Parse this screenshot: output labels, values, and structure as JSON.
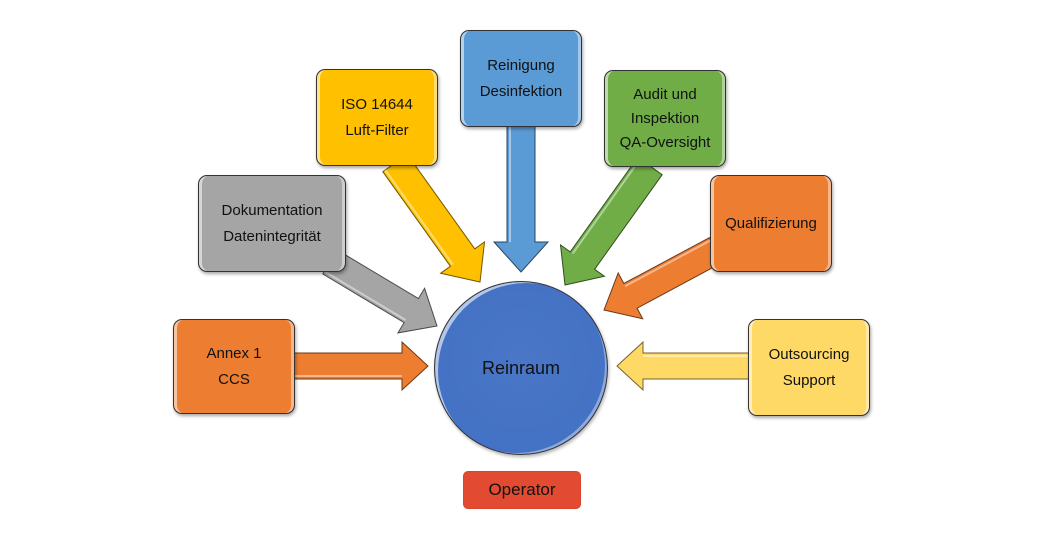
{
  "diagram": {
    "center": {
      "label": "Reinraum",
      "color": "#4472c4"
    },
    "footer": {
      "label": "Operator",
      "color": "#e24b31"
    },
    "nodes": [
      {
        "id": "annex",
        "lines": [
          "Annex 1",
          "CCS"
        ],
        "color": "#ed7d31"
      },
      {
        "id": "doku",
        "lines": [
          "Dokumentation",
          "Datenintegrität"
        ],
        "color": "#a5a5a5"
      },
      {
        "id": "iso",
        "lines": [
          "ISO 14644",
          "Luft-Filter"
        ],
        "color": "#ffc000"
      },
      {
        "id": "reinigung",
        "lines": [
          "Reinigung",
          "Desinfektion"
        ],
        "color": "#5b9bd5"
      },
      {
        "id": "audit",
        "lines": [
          "Audit und",
          "Inspektion",
          "QA-Oversight"
        ],
        "color": "#70ad47"
      },
      {
        "id": "qual",
        "lines": [
          "Qualifizierung"
        ],
        "color": "#ed7d31"
      },
      {
        "id": "outsourcing",
        "lines": [
          "Outsourcing",
          "Support"
        ],
        "color": "#ffd966"
      }
    ],
    "edges": [
      {
        "from": "annex",
        "to": "center"
      },
      {
        "from": "doku",
        "to": "center"
      },
      {
        "from": "iso",
        "to": "center"
      },
      {
        "from": "reinigung",
        "to": "center"
      },
      {
        "from": "audit",
        "to": "center"
      },
      {
        "from": "qual",
        "to": "center"
      },
      {
        "from": "outsourcing",
        "to": "center"
      }
    ]
  }
}
